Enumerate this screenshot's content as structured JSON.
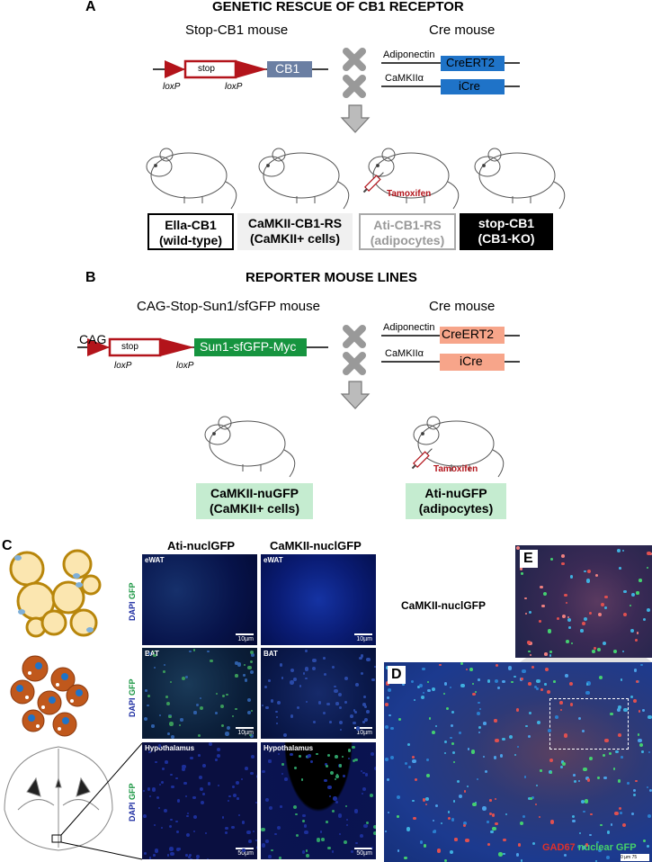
{
  "panel_a": {
    "letter": "A",
    "title": "GENETIC RESCUE OF CB1 RECEPTOR",
    "stop_cb1_mouse": "Stop-CB1 mouse",
    "cre_mouse": "Cre mouse",
    "stop": "stop",
    "cb1": "CB1",
    "loxp_left": "loxP",
    "loxp_right": "loxP",
    "adiponectin": "Adiponectin",
    "creert2": "CreERT2",
    "camkii": "CaMKIIα",
    "icre": "iCre",
    "tamoxifen": "Tamoxifen",
    "boxes": [
      {
        "line1": "Ella-CB1",
        "line2": "(wild-type)"
      },
      {
        "line1": "CaMKII-CB1-RS",
        "line2": "(CaMKII+ cells)"
      },
      {
        "line1": "Ati-CB1-RS",
        "line2": "(adipocytes)"
      },
      {
        "line1": "stop-CB1",
        "line2": "(CB1-KO)"
      }
    ]
  },
  "panel_b": {
    "letter": "B",
    "title": "REPORTER MOUSE LINES",
    "cag_mouse": "CAG-Stop-Sun1/sfGFP mouse",
    "cre_mouse": "Cre mouse",
    "cag": "CAG",
    "stop": "stop",
    "sun1": "Sun1-sfGFP-Myc",
    "loxp_left": "loxP",
    "loxp_right": "loxP",
    "adiponectin": "Adiponectin",
    "creert2": "CreERT2",
    "camkii": "CaMKIIα",
    "icre": "iCre",
    "tamoxifen": "Tamoxifen",
    "boxes": [
      {
        "line1": "CaMKII-nuGFP",
        "line2": "(CaMKII+ cells)"
      },
      {
        "line1": "Ati-nuGFP",
        "line2": "(adipocytes)"
      }
    ]
  },
  "panel_c": {
    "letter": "C",
    "col1": "Ati-nuclGFP",
    "col2": "CaMKII-nuclGFP",
    "rows": [
      {
        "tissue": "eWAT",
        "scale": "10µm"
      },
      {
        "tissue": "BAT",
        "scale": "10µm"
      },
      {
        "tissue": "Hypothalamus",
        "scale": "50µm"
      }
    ],
    "dapi": "DAPI",
    "gfp": "GFP"
  },
  "panel_d": {
    "letter": "D",
    "gad67": "GAD67",
    "nuclear_gfp": "nuclear GFP",
    "scale_0": "0",
    "scale_unit": "µm",
    "scale_75": "75"
  },
  "panel_e": {
    "letter": "E",
    "caption": "CaMKII-nuclGFP"
  },
  "colors": {
    "red": "#b3141b",
    "slate": "#6b7fa3",
    "blue": "#1f73c8",
    "green": "#16943f",
    "salmon": "#f7a58a",
    "mint": "#c5ecd0",
    "fat_yellow": "#fbe6b0",
    "bat_brown": "#c0581c"
  }
}
